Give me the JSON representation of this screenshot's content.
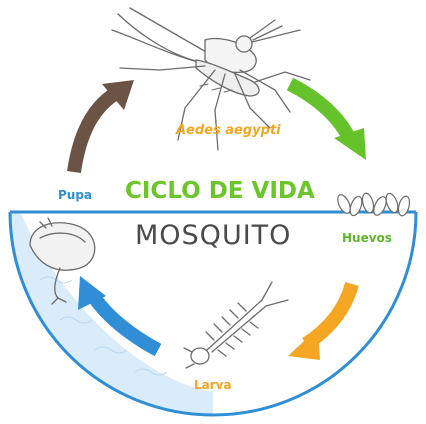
{
  "title": "CICLO DE VIDA",
  "subtitle": "MOSQUITO",
  "species": "Aedes aegypti",
  "stages": {
    "pupa": "Pupa",
    "huevos": "Huevos",
    "larva": "Larva"
  },
  "colors": {
    "title": "#6cc62b",
    "subtitle": "#4a4a4a",
    "species": "#f5a623",
    "pupa_label": "#2f8ed6",
    "huevos_label": "#5cb82a",
    "larva_label": "#f5a623",
    "ring": "#2f8ed6",
    "water": "#d6e9f8",
    "arrow_brown": "#6b5445",
    "arrow_green": "#66c22a",
    "arrow_orange": "#f5a623",
    "arrow_blue": "#2f8ed6",
    "line_art": "#6b6b6b"
  },
  "icons": [
    "mosquito-adult-icon",
    "eggs-icon",
    "larva-icon",
    "pupa-icon"
  ]
}
